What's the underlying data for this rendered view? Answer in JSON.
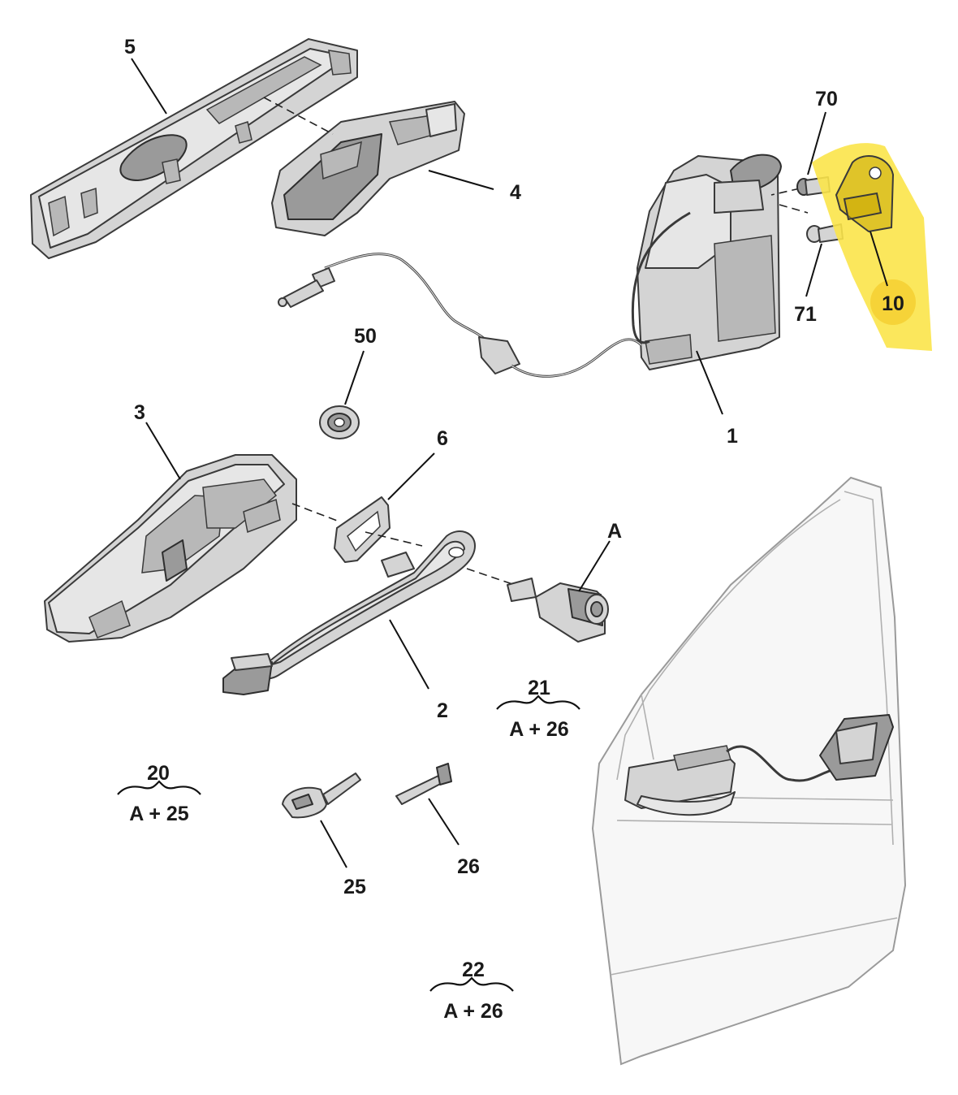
{
  "colors": {
    "highlight": "#fbe44a",
    "highlight_dark": "#c9a800",
    "part_fill": "#d4d4d4",
    "outline": "#3a3a3a"
  },
  "callouts": {
    "c5": "5",
    "c4": "4",
    "c70": "70",
    "c71": "71",
    "c10": "10",
    "c50": "50",
    "c1": "1",
    "c3": "3",
    "c6": "6",
    "cA": "A",
    "c2": "2",
    "c25": "25",
    "c26": "26"
  },
  "kits": [
    {
      "number": "20",
      "contents": "A + 25"
    },
    {
      "number": "21",
      "contents": "A + 26"
    },
    {
      "number": "22",
      "contents": "A + 26"
    }
  ],
  "highlighted_part": "10"
}
